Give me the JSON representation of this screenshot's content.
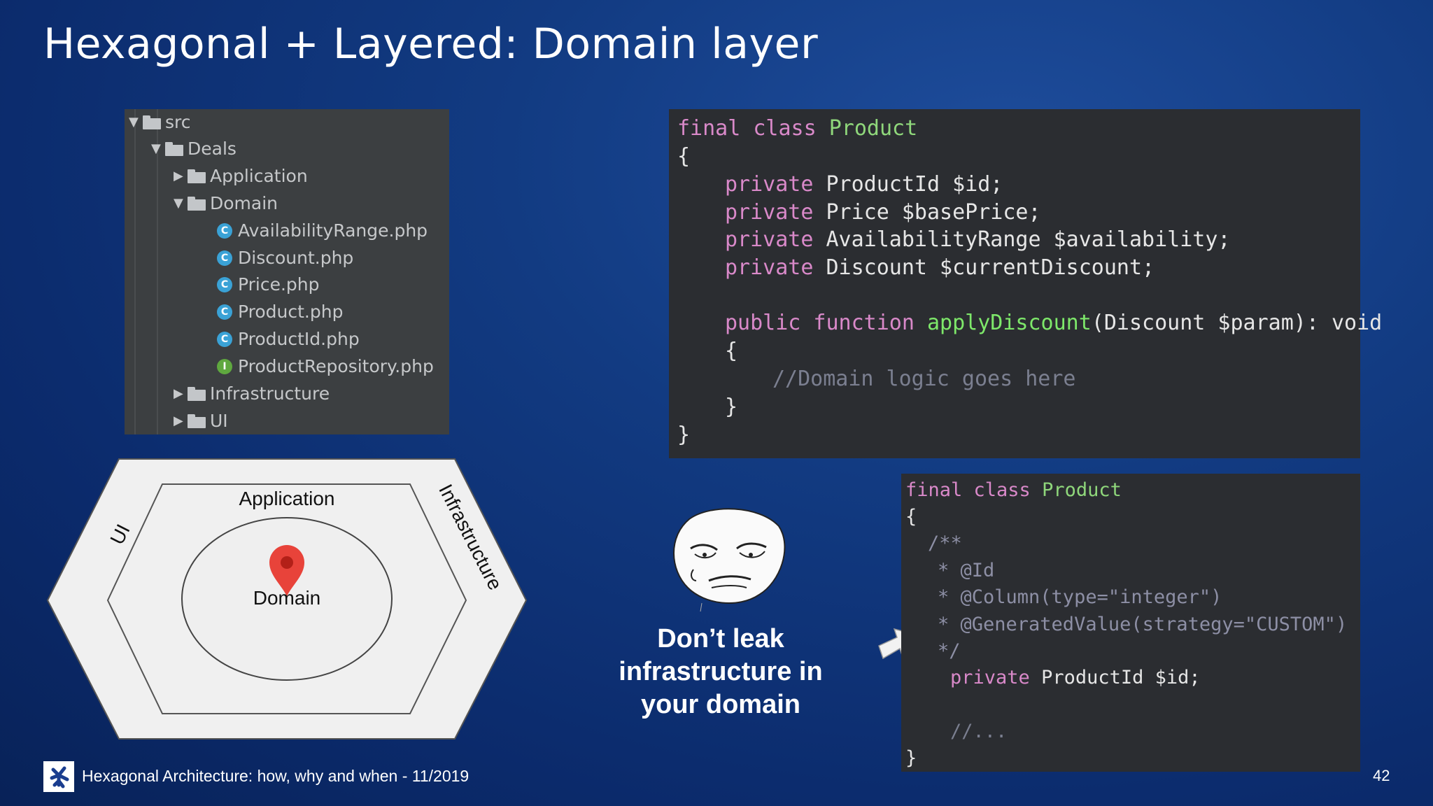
{
  "slide": {
    "title": "Hexagonal + Layered: Domain layer",
    "footer": "Hexagonal Architecture: how, why and when - 11/2019",
    "page_number": "42"
  },
  "tree": {
    "items": [
      {
        "label": "src",
        "type": "folder",
        "expanded": true
      },
      {
        "label": "Deals",
        "type": "folder",
        "expanded": true
      },
      {
        "label": "Application",
        "type": "folder",
        "expanded": false
      },
      {
        "label": "Domain",
        "type": "folder",
        "expanded": true
      },
      {
        "label": "AvailabilityRange.php",
        "type": "class-file"
      },
      {
        "label": "Discount.php",
        "type": "class-file"
      },
      {
        "label": "Price.php",
        "type": "class-file"
      },
      {
        "label": "Product.php",
        "type": "class-file"
      },
      {
        "label": "ProductId.php",
        "type": "class-file"
      },
      {
        "label": "ProductRepository.php",
        "type": "interface-file"
      },
      {
        "label": "Infrastructure",
        "type": "folder",
        "expanded": false
      },
      {
        "label": "UI",
        "type": "folder",
        "expanded": false
      }
    ],
    "class_icon_letter": "C",
    "interface_icon_letter": "I"
  },
  "diagram": {
    "outer_label": "UI",
    "middle_label": "Application",
    "infra_label": "Infrastructure",
    "core_label": "Domain"
  },
  "code1": {
    "l1_kw": "final class",
    "l1_cls": "Product",
    "l2": "{",
    "l3_kw": "private",
    "l3_rest": "ProductId $id;",
    "l4_kw": "private",
    "l4_rest": "Price $basePrice;",
    "l5_kw": "private",
    "l5_rest": "AvailabilityRange $availability;",
    "l6_kw": "private",
    "l6_rest": "Discount $currentDiscount;",
    "l7_kw": "public function",
    "l7_fn": "applyDiscount",
    "l7_rest": "(Discount $param): void",
    "l8": "{",
    "l9_comment": "//Domain logic goes here",
    "l10": "}",
    "l11": "}"
  },
  "code2": {
    "l1_kw": "final class",
    "l1_cls": "Product",
    "l2": "{",
    "l3": "/**",
    "l4": "* @Id",
    "l5": "* @Column(type=\"integer\")",
    "l6": "* @GeneratedValue(strategy=\"CUSTOM\")",
    "l7": "*/",
    "l8_kw": "private",
    "l8_rest": "ProductId $id;",
    "l9": "//...",
    "l10": "}"
  },
  "meme": {
    "caption": "Don’t leak infrastructure in your domain"
  },
  "colors": {
    "background": "#123b82",
    "code_bg": "#2b2d31",
    "keyword": "#d989c9",
    "class_name": "#8fd77b",
    "pin": "#e8433a"
  }
}
